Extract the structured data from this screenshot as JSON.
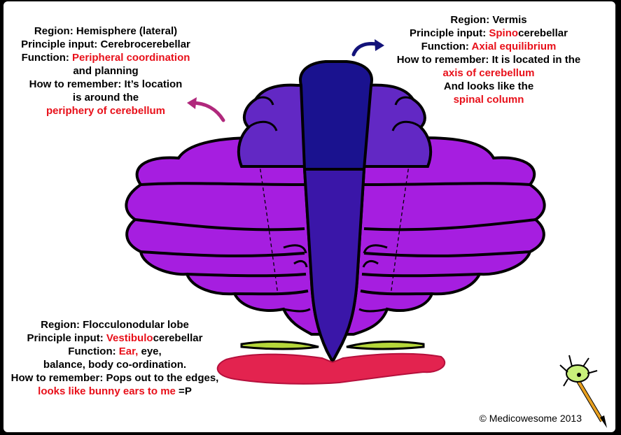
{
  "hemisphere": {
    "region": "Region: Hemisphere (lateral)",
    "input_prefix": "Principle input: ",
    "input_value": "Cerebrocerebellar",
    "function_prefix": "Function: ",
    "function_value": "Peripheral coordination",
    "function_cont": "and planning",
    "remember_1": "How to remember: It’s location",
    "remember_2": "is around the",
    "remember_3": "periphery of cerebellum"
  },
  "vermis": {
    "region": "Region: Vermis",
    "input_prefix": "Principle input: ",
    "input_red": "Spino",
    "input_rest": "cerebellar",
    "function_prefix": "Function: ",
    "function_value": "Axial equilibrium",
    "remember_1": "How to remember: It is located in the",
    "remember_2": "axis of cerebellum",
    "remember_3": "And looks like the",
    "remember_4": "spinal column"
  },
  "flocculo": {
    "region": "Region: Flocculonodular lobe",
    "input_prefix": "Principle input: ",
    "input_red": "Vestibulo",
    "input_rest": "cerebellar",
    "function_prefix": "Function: ",
    "function_red": "Ear,",
    "function_rest": " eye,",
    "function_cont": "balance, body co-ordination.",
    "remember_1": "How to remember: Pops out to the edges,",
    "remember_red": "looks like bunny ears to me",
    "remember_end": " =P"
  },
  "copyright": "© Medicowesome 2013",
  "colors": {
    "hemisphere": "#a61ee0",
    "paravermis": "#6228c4",
    "vermis_top": "#1a128f",
    "vermis_bottom": "#3a16a8",
    "flocculus": "#e3234f",
    "arrow_hemisphere": "#b0287c",
    "arrow_vermis": "#13137a"
  },
  "icons": [
    "neuron-pencil-icon",
    "arrow-icon"
  ]
}
